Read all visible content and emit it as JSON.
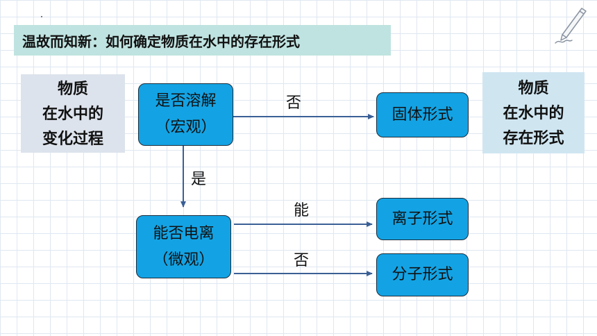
{
  "title": "温故而知新：如何确定物质在水中的存在形式",
  "left_panel": [
    "物质",
    "在水中的",
    "变化过程"
  ],
  "right_panel": [
    "物质",
    "在水中的",
    "存在形式"
  ],
  "nodes": {
    "dissolve": [
      "是否溶解",
      "（宏观）"
    ],
    "ionize": [
      "能否电离",
      "（微观）"
    ],
    "solid": "固体形式",
    "ion": "离子形式",
    "molecule": "分子形式"
  },
  "edge_labels": {
    "dissolve_no": "否",
    "dissolve_yes": "是",
    "ionize_yes": "能",
    "ionize_no": "否"
  },
  "colors": {
    "node_fill": "#13a3e4",
    "title_bg": "#bfe3e0",
    "arrow": "#3a5f95"
  },
  "icons": [
    "pencil-icon"
  ]
}
